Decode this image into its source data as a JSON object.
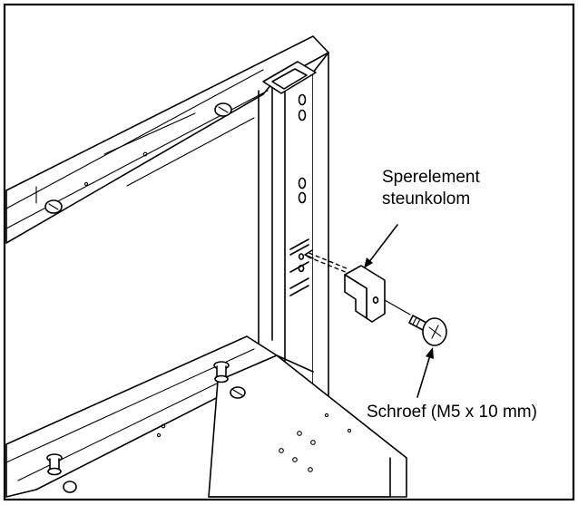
{
  "callouts": {
    "stopper_line1": "Sperelement",
    "stopper_line2": "steunkolom",
    "screw": "Schroef (M5 x 10 mm)"
  },
  "colors": {
    "line": "#000000",
    "background": "#ffffff"
  }
}
